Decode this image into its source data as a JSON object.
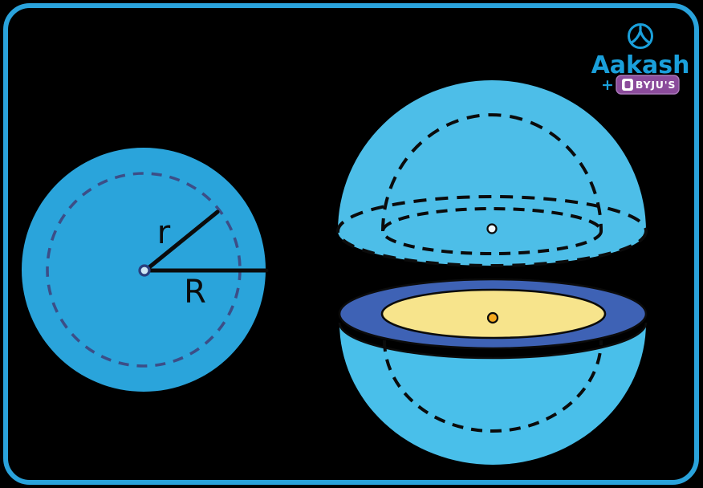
{
  "page": {
    "background": "#000000"
  },
  "card": {
    "border_color": "#2AA3DC"
  },
  "logo": {
    "brand": "Aakash",
    "plus": "+",
    "byjus": "BYJU'S",
    "brand_color": "#1AA0DB",
    "icon_color": "#1AA0DB",
    "badge_bg": "#8B4B9B",
    "badge_border": "#A878B8"
  },
  "cross_section": {
    "label_inner_radius": "r",
    "label_outer_radius": "R",
    "fill": "#2AA4DB",
    "dash_color": "#3C4E87",
    "line_color": "#0B0B0B",
    "center_dot_fill": "#CFE8F5",
    "center_dot_stroke": "#2A3F7E"
  },
  "hollow_sphere": {
    "top_fill": "#4DBEE8",
    "bottom_fill": "#49BFEA",
    "ring_fill": "#3E62B5",
    "disk_fill": "#F7E48C",
    "disk_dot_fill": "#F5A81E",
    "top_dot_fill": "#EFF8FC",
    "dash_color": "#0B0B0B"
  }
}
